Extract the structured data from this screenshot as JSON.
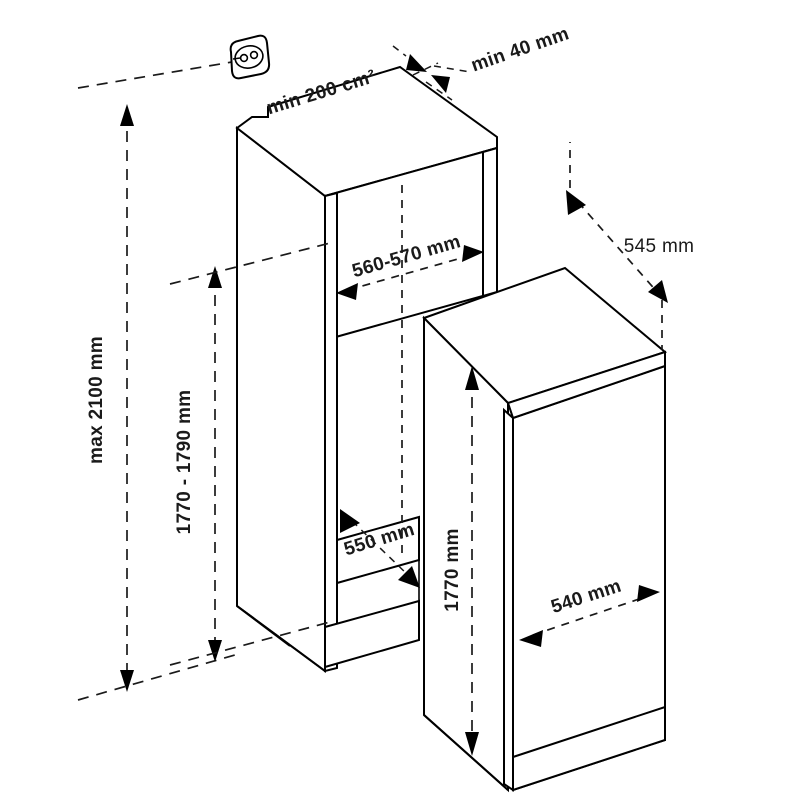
{
  "diagram": {
    "title": "Built-in refrigerator niche installation dimensions",
    "units": "mm",
    "line_color": "#000000",
    "background_color": "#ffffff"
  },
  "dimensions": {
    "ventilation_area": "min 200 cm²",
    "rear_gap": "min 40 mm",
    "niche_height_max": "max 2100 mm",
    "niche_height_range": "1770 - 1790 mm",
    "niche_width": "560-570 mm",
    "niche_depth": "550 mm",
    "appliance_depth": "545 mm",
    "appliance_height": "1770 mm",
    "appliance_width": "540 mm"
  },
  "icons": {
    "power_socket": "power-socket-icon"
  },
  "objects": {
    "cabinet_name": "kitchen-cabinet-niche",
    "appliance_name": "built-in-refrigerator"
  }
}
